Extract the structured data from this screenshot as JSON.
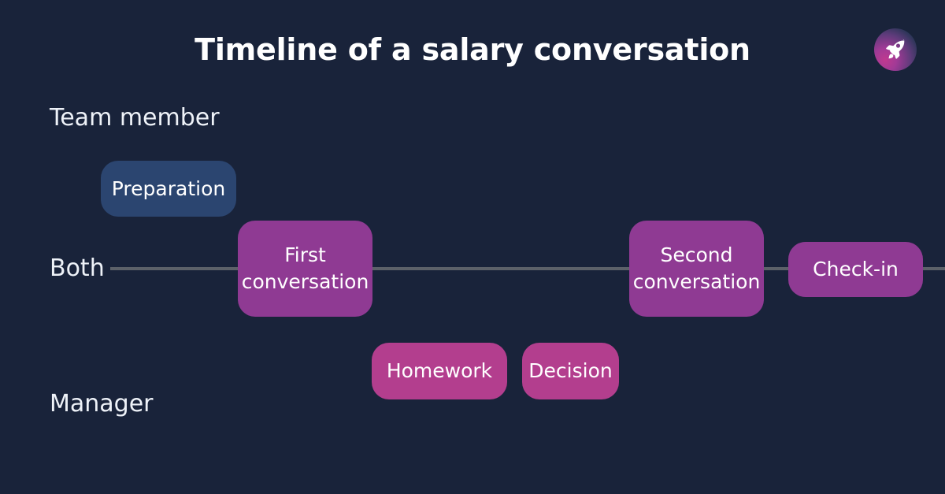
{
  "page": {
    "title": "Timeline of a salary conversation",
    "background_color": "#19233a",
    "text_color": "#eef2f8"
  },
  "brand": {
    "logo_icon": "rocket-icon",
    "gradient_from": "#c0398f",
    "gradient_to": "#1d2742"
  },
  "chart_data": {
    "type": "timeline",
    "title": "Timeline of a salary conversation",
    "axis_color": "#5c6169",
    "lanes": [
      {
        "id": "team-member",
        "label": "Team member"
      },
      {
        "id": "both",
        "label": "Both"
      },
      {
        "id": "manager",
        "label": "Manager"
      }
    ],
    "events": [
      {
        "id": "preparation",
        "label": "Preparation",
        "lane": "team-member",
        "order": 1,
        "color": "#2b4570"
      },
      {
        "id": "first-conversation",
        "label": "First\nconversation",
        "lane": "both",
        "order": 2,
        "color": "#8f3a93"
      },
      {
        "id": "homework",
        "label": "Homework",
        "lane": "manager",
        "order": 3,
        "color": "#b33e8e"
      },
      {
        "id": "decision",
        "label": "Decision",
        "lane": "manager",
        "order": 4,
        "color": "#b33e8e"
      },
      {
        "id": "second-conversation",
        "label": "Second\nconversation",
        "lane": "both",
        "order": 5,
        "color": "#8f3a93"
      },
      {
        "id": "check-in",
        "label": "Check-in",
        "lane": "both",
        "order": 6,
        "color": "#8f3a93"
      }
    ]
  }
}
